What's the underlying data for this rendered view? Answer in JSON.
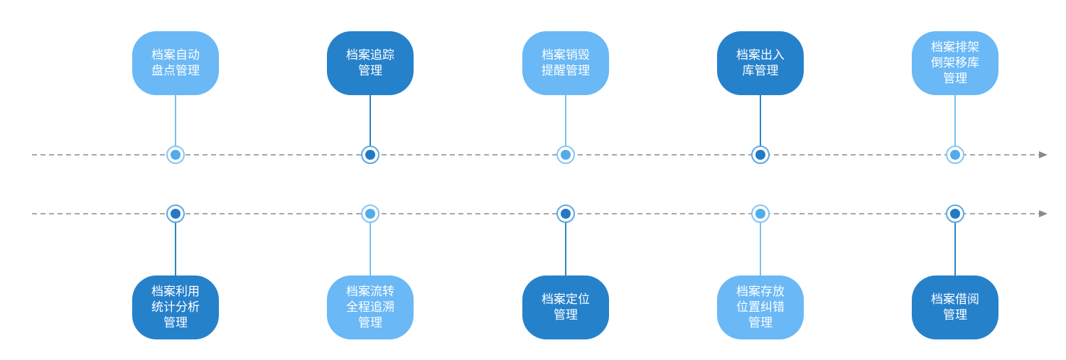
{
  "colors": {
    "light_node": "#6ab8f5",
    "dark_node": "#2681cb",
    "timeline": "#8a8a8a",
    "node_text": "#ffffff"
  },
  "timelines": [
    {
      "name": "top-timeline",
      "arrow_icon": "arrow-right-icon"
    },
    {
      "name": "bottom-timeline",
      "arrow_icon": "arrow-right-icon"
    }
  ],
  "top_nodes": [
    {
      "label": "档案自动\n盘点管理",
      "style": "light"
    },
    {
      "label": "档案追踪\n管理",
      "style": "dark"
    },
    {
      "label": "档案销毁\n提醒管理",
      "style": "light"
    },
    {
      "label": "档案出入\n库管理",
      "style": "dark"
    },
    {
      "label": "档案排架\n倒架移库\n管理",
      "style": "light"
    }
  ],
  "bottom_nodes": [
    {
      "label": "档案利用\n统计分析\n管理",
      "style": "dark"
    },
    {
      "label": "档案流转\n全程追溯\n管理",
      "style": "light"
    },
    {
      "label": "档案定位\n管理",
      "style": "dark"
    },
    {
      "label": "档案存放\n位置纠错\n管理",
      "style": "light"
    },
    {
      "label": "档案借阅\n管理",
      "style": "dark"
    }
  ]
}
